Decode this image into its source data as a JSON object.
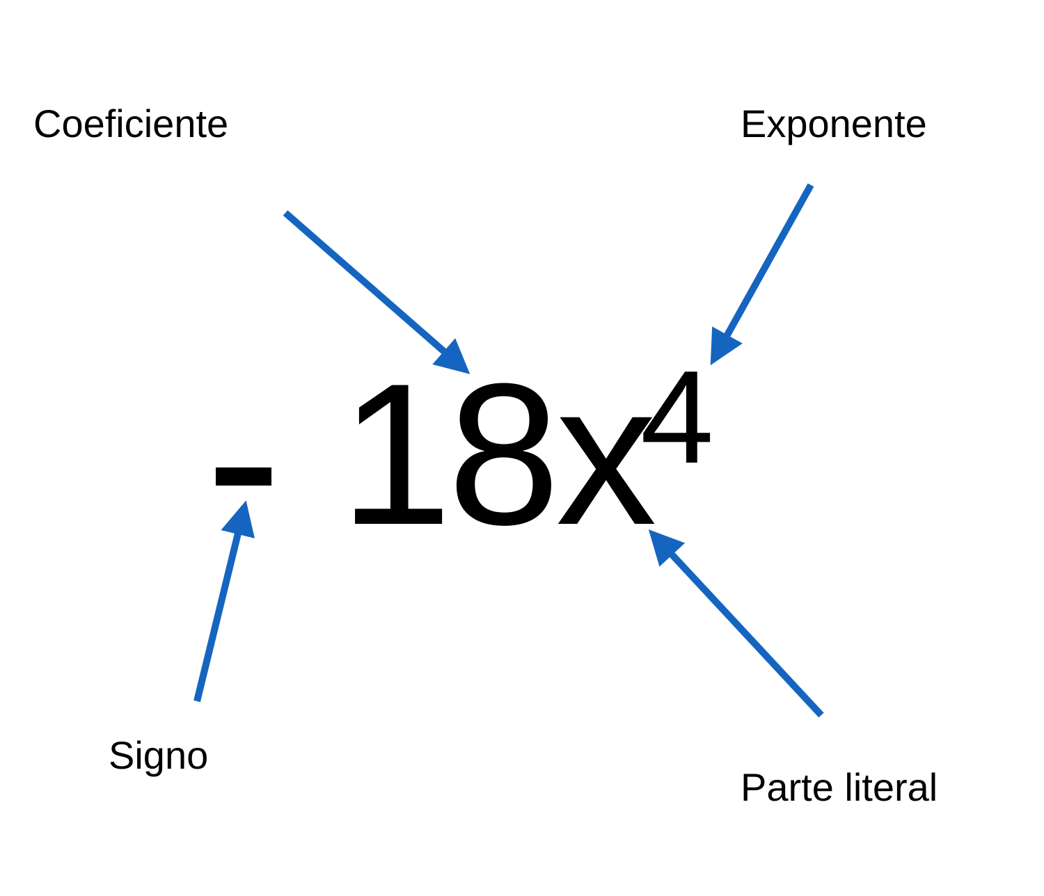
{
  "labels": {
    "coeficiente": "Coeficiente",
    "exponente": "Exponente",
    "signo": "Signo",
    "parte_literal": "Parte literal"
  },
  "expression": {
    "sign": "-",
    "coefficient": "18",
    "variable": "x",
    "exponent": "4"
  },
  "colors": {
    "arrow": "#1565C0",
    "text": "#000000"
  }
}
